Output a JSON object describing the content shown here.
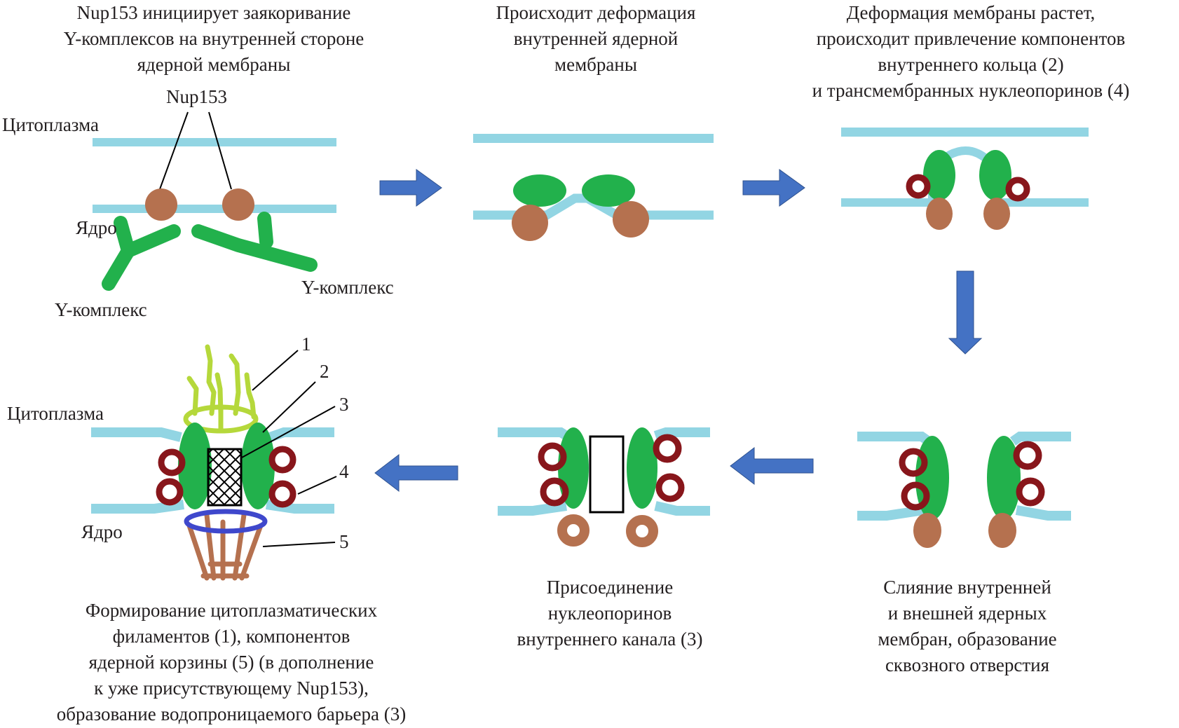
{
  "figure": {
    "language": "ru",
    "colors": {
      "membrane": "#92d5e3",
      "nup153": "#b5714f",
      "y_complex": "#22b14c",
      "transmembrane_nup": "#88161b",
      "arrow": "#4472c4",
      "cytoplasmic_filaments": "#b5d83b",
      "basket_ring": "#3f48cc",
      "central_channel": "#000000"
    },
    "steps": [
      {
        "id": 1,
        "caption": "Nup153 инициирует заякоривание\nY-комплексов на внутренней стороне\nядерной мембраны",
        "labels": {
          "nup153": "Nup153",
          "cytoplasm": "Цитоплазма",
          "nucleus": "Ядро",
          "y_complex_left": "Y-комплекс",
          "y_complex_right": "Y-комплекс"
        }
      },
      {
        "id": 2,
        "caption": "Происходит деформация\nвнутренней ядерной\nмембраны"
      },
      {
        "id": 3,
        "caption": "Деформация мембраны растет,\nпроисходит привлечение компонентов\nвнутреннего кольца (2)\nи трансмембранных нуклеопоринов (4)"
      },
      {
        "id": 4,
        "caption": "Слияние внутренней\nи внешней ядерных\nмембран, образование\nсквозного отверстия"
      },
      {
        "id": 5,
        "caption": "Присоединение\nнуклеопоринов\nвнутреннего канала (3)"
      },
      {
        "id": 6,
        "caption": "Формирование цитоплазматических\nфиламентов (1), компонентов\nядерной корзины (5) (в дополнение\nк уже присутствующему Nup153),\nобразование водопроницаемого барьера (3)",
        "labels": {
          "cytoplasm": "Цитоплазма",
          "nucleus": "Ядро"
        },
        "callouts": [
          "1",
          "2",
          "3",
          "4",
          "5"
        ]
      }
    ],
    "flow": [
      "step1 → step2 (right)",
      "step2 → step3 (right)",
      "step3 → step4 (down)",
      "step4 → step5 (left)",
      "step5 → step6 (left)"
    ]
  }
}
